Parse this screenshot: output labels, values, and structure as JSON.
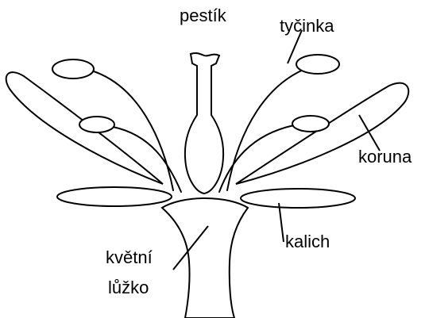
{
  "labels": {
    "pistil": "pestík",
    "stamen": "tyčinka",
    "petals": "koruna",
    "sepals": "kalich",
    "receptacle_line1": "květní",
    "receptacle_line2": "lůžko"
  },
  "colors": {
    "stroke": "#000000",
    "fill": "#ffffff"
  }
}
